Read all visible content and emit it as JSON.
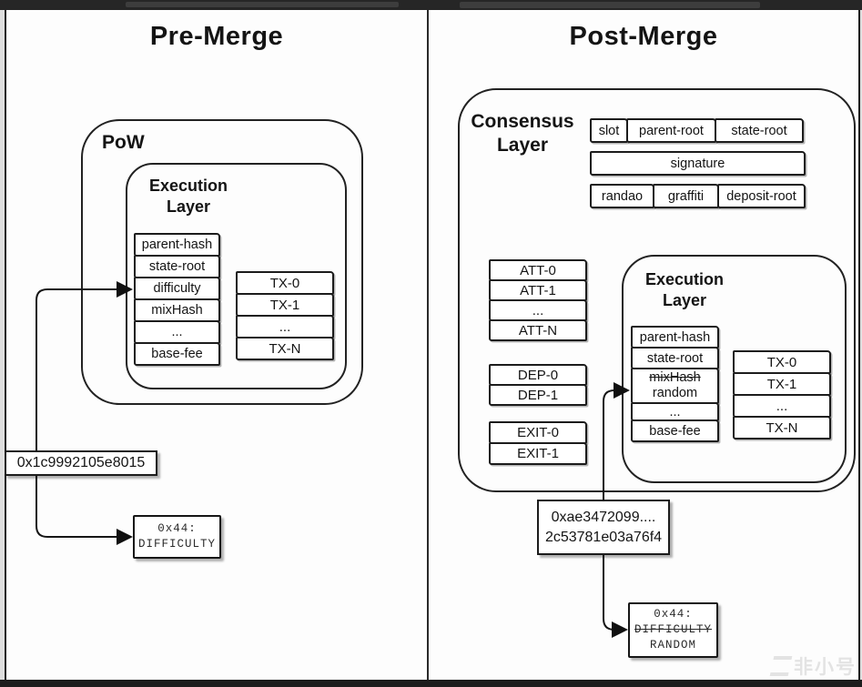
{
  "page": {
    "left_title": "Pre-Merge",
    "right_title": "Post-Merge",
    "watermark": "非小号"
  },
  "pre_merge": {
    "pow_label": "PoW",
    "execution_layer": {
      "title": [
        "Execution",
        "Layer"
      ],
      "fields": [
        "parent-hash",
        "state-root",
        "difficulty",
        "mixHash",
        "...",
        "base-fee"
      ],
      "txs": [
        "TX-0",
        "TX-1",
        "...",
        "TX-N"
      ]
    },
    "hash_value": "0x1c9992105e8015",
    "storage_slot": [
      "0x44:",
      "DIFFICULTY"
    ]
  },
  "post_merge": {
    "consensus_layer": {
      "title": [
        "Consensus",
        "Layer"
      ],
      "header_row1": [
        "slot",
        "parent-root",
        "state-root"
      ],
      "header_row2": [
        "signature"
      ],
      "header_row3": [
        "randao",
        "graffiti",
        "deposit-root"
      ],
      "attestations": [
        "ATT-0",
        "ATT-1",
        "...",
        "ATT-N"
      ],
      "deposits": [
        "DEP-0",
        "DEP-1"
      ],
      "exits": [
        "EXIT-0",
        "EXIT-1"
      ]
    },
    "execution_layer": {
      "title": [
        "Execution",
        "Layer"
      ],
      "fields_top": [
        "parent-hash",
        "state-root"
      ],
      "mixhash_struck": "mixHash",
      "random_label": "random",
      "fields_bottom": [
        "...",
        "base-fee"
      ],
      "txs": [
        "TX-0",
        "TX-1",
        "...",
        "TX-N"
      ]
    },
    "hash_value": [
      "0xae3472099....",
      "2c53781e03a76f4"
    ],
    "storage_slot": [
      "0x44:",
      "DIFFICULTY",
      "RANDOM"
    ]
  }
}
